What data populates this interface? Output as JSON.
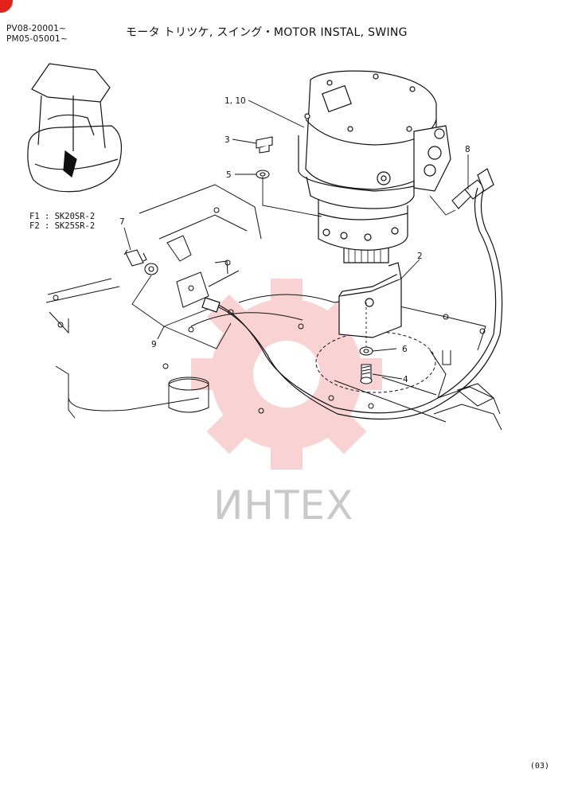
{
  "header": {
    "serial_1": "PV08-20001~",
    "serial_2": "PM05-05001~",
    "title": "モータ トリツケ, スイング・MOTOR INSTAL, SWING"
  },
  "models": {
    "f1": "F1 : SK20SR-2",
    "f2": "F2 : SK25SR-2"
  },
  "callouts": {
    "c1": "1, 10",
    "c2": "2",
    "c3": "3",
    "c4": "4",
    "c5": "5",
    "c6": "6",
    "c7": "7",
    "c8": "8",
    "c9": "9"
  },
  "watermark": {
    "text": "ИНТЕХ",
    "color": "#f2a0a0"
  },
  "footer": {
    "page": "(03)"
  },
  "colors": {
    "accent": "#e2231a",
    "line": "#111111"
  }
}
